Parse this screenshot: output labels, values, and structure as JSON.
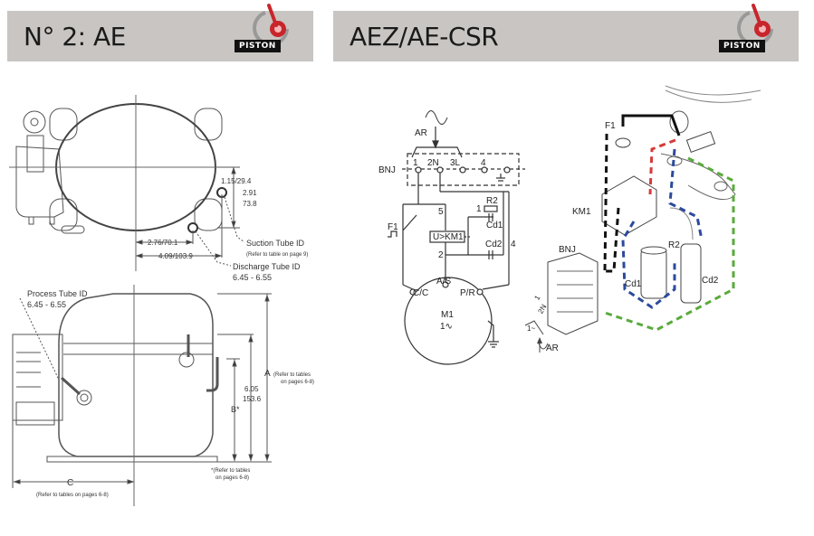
{
  "left_panel": {
    "title": "N° 2: AE",
    "logo_text": "PISTON",
    "top_view": {
      "dim_height_top": "1.15/29.4",
      "dim_height_main": "2.91",
      "dim_height_main_mm": "73.8",
      "dim_width_short": "2.76/70.1",
      "dim_width_long": "4.09/103.9",
      "suction_label": "Suction Tube ID",
      "suction_note": "(Refer to table on page 9)",
      "discharge_label": "Discharge Tube ID",
      "discharge_value": "6.45 - 6.55"
    },
    "side_view": {
      "process_label": "Process Tube ID",
      "process_value": "6.45 - 6.55",
      "dim_a_label": "A",
      "dim_a_note_1": "(Refer to tables",
      "dim_a_note_2": "on pages 6-8)",
      "dim_height": "6.05",
      "dim_height_mm": "153.6",
      "dim_b_label": "B*",
      "dim_b_note_1": "*(Refer to tables",
      "dim_b_note_2": "on pages 6-8)",
      "dim_c_label": "C",
      "dim_c_note": "(Refer to tables on pages 6-8)"
    }
  },
  "right_panel": {
    "title": "AEZ/AE-CSR",
    "logo_text": "PISTON",
    "schematic": {
      "supply": "AR",
      "terminal_block": "BNJ",
      "terminals": [
        "1",
        "2N",
        "3L",
        "4"
      ],
      "overload": "F1",
      "relay": "U>KM1",
      "resistor": "R2",
      "cap1": "Cd1",
      "cap2": "Cd2",
      "node_5": "5",
      "node_1": "1",
      "node_2": "2",
      "node_4": "4",
      "motor": "M1",
      "motor_phase": "1∿",
      "pin_common": "C/C",
      "pin_aux": "A/S",
      "pin_main": "P/R"
    },
    "wiring": {
      "overload": "F1",
      "relay": "KM1",
      "terminal_block": "BNJ",
      "resistor": "R2",
      "cap1": "Cd1",
      "cap2": "Cd2",
      "supply": "AR",
      "term_1": "1",
      "term_2n": "2N",
      "single_phase": "1~",
      "wire_colors": {
        "black": "#111111",
        "red": "#d63a3a",
        "blue": "#2c4a9c",
        "green": "#5aaa3c"
      }
    }
  },
  "colors": {
    "banner": "#c8c5c2",
    "logo_red": "#c8262b"
  }
}
